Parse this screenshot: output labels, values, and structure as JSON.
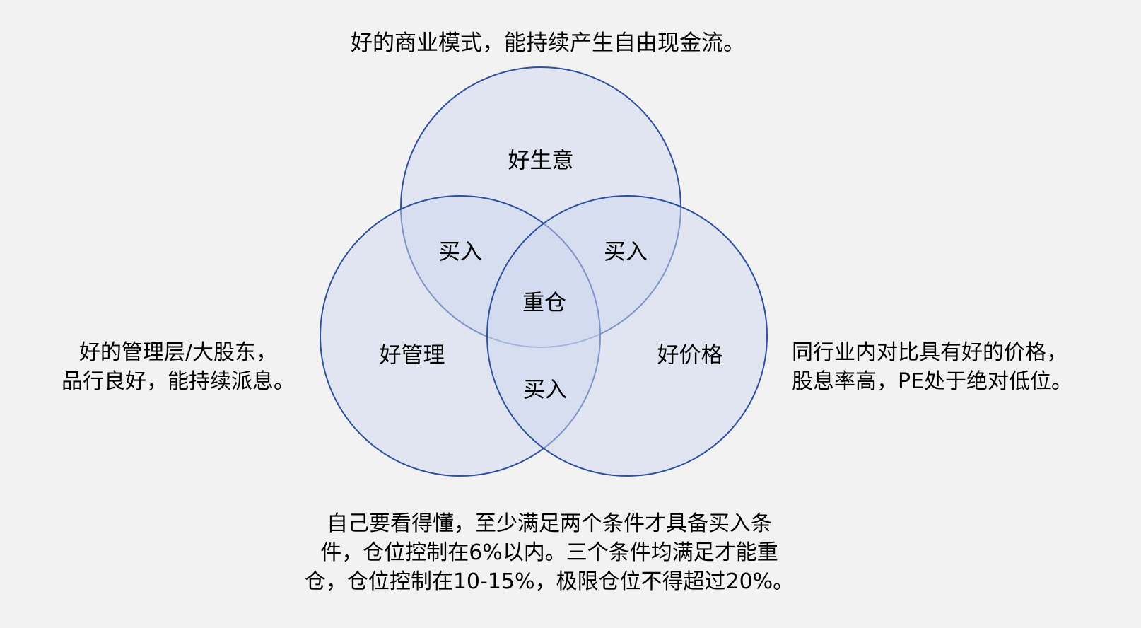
{
  "title": "好的商业模式，能持续产生自由现金流。",
  "left_note": [
    "好的管理层/大股东，",
    "品行良好，能持续派息。"
  ],
  "right_note": [
    "同行业内对比具有好的价格，",
    "股息率高，PE处于绝对低位。"
  ],
  "bottom_note": [
    "自己要看得懂，至少满足两个条件才具备买入条",
    "件，仓位控制在6%以内。三个条件均满足才能重",
    "仓，仓位控制在10-15%，极限仓位不得超过20%。"
  ],
  "venn": {
    "good_business": "好生意",
    "good_management": "好管理",
    "good_price": "好价格",
    "buy_business_management": "买入",
    "buy_business_price": "买入",
    "buy_management_price": "买入",
    "center": "重仓"
  },
  "colors": {
    "background": "#f2f2f2",
    "circle_fill": "#cdd7f0",
    "circle_stroke": "#2f4f9f"
  }
}
